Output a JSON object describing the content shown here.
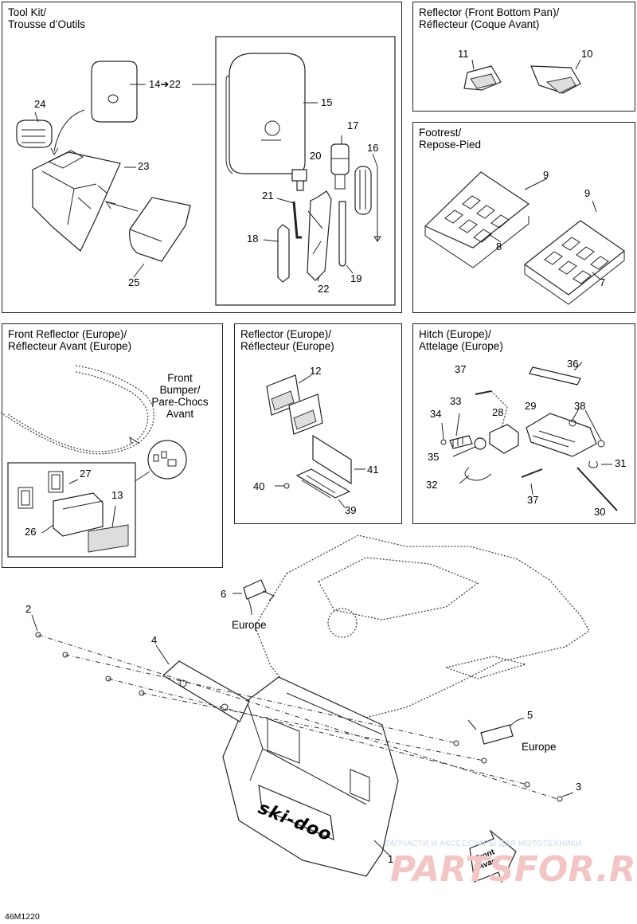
{
  "panels": {
    "tool_kit": {
      "title_line1": "Tool Kit/",
      "title_line2": "Trousse d’Outils"
    },
    "reflector_front_bottom": {
      "title_line1": "Reflector (Front Bottom Pan)/",
      "title_line2": "Réflecteur (Coque Avant)"
    },
    "footrest": {
      "title_line1": "Footrest/",
      "title_line2": "Repose-Pied"
    },
    "front_reflector_europe": {
      "title_line1": "Front Reflector (Europe)/",
      "title_line2": "Réflecteur Avant (Europe)"
    },
    "reflector_europe": {
      "title_line1": "Reflector (Europe)/",
      "title_line2": "Réflecteur (Europe)"
    },
    "hitch_europe": {
      "title_line1": "Hitch (Europe)/",
      "title_line2": "Attelage (Europe)"
    }
  },
  "tool_kit_range": "14➔22",
  "part_numbers": {
    "p1": "1",
    "p2": "2",
    "p3": "3",
    "p4": "4",
    "p5": "5",
    "p6": "6",
    "p7": "7",
    "p8": "8",
    "p9a": "9",
    "p9b": "9",
    "p10": "10",
    "p11": "11",
    "p12": "12",
    "p13": "13",
    "p15": "15",
    "p16": "16",
    "p17": "17",
    "p18": "18",
    "p19": "19",
    "p20": "20",
    "p21": "21",
    "p22": "22",
    "p23": "23",
    "p24": "24",
    "p25": "25",
    "p26": "26",
    "p27": "27",
    "p28": "28",
    "p29": "29",
    "p30": "30",
    "p31": "31",
    "p32": "32",
    "p33": "33",
    "p34": "34",
    "p35": "35",
    "p36": "36",
    "p37a": "37",
    "p37b": "37",
    "p38": "38",
    "p39": "39",
    "p40": "40",
    "p41": "41"
  },
  "labels": {
    "front_bumper_l1": "Front",
    "front_bumper_l2": "Bumper/",
    "front_bumper_l3": "Pare-Chocs",
    "front_bumper_l4": "Avant",
    "europe_6": "Europe",
    "europe_5": "Europe",
    "brand_logo": "ski-doo",
    "front_arrow_l1": "Front",
    "front_arrow_l2": "Avant"
  },
  "watermark": {
    "line1": "ЗАПЧАСТИ И АКСЕССУАРЫ ДЛЯ МОТОТЕХНИКИ",
    "line2": "PARTSFOR.RU"
  },
  "diagram_ref": "46M1220"
}
